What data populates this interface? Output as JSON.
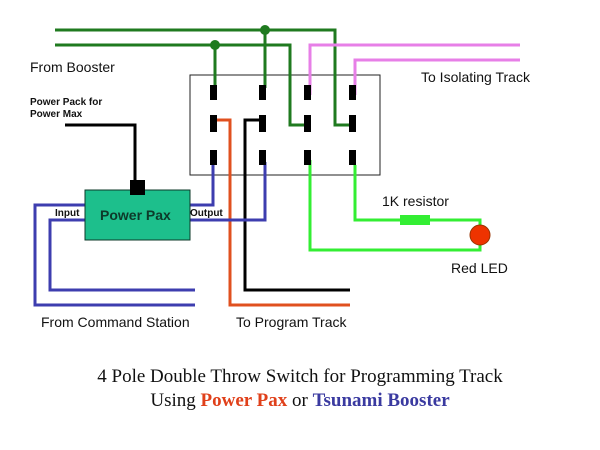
{
  "labels": {
    "from_booster": "From Booster",
    "power_pack": "Power Pack for",
    "power_max": "Power Max",
    "to_isolating": "To Isolating Track",
    "power_pax_box": "Power Pax",
    "input": "Input",
    "output": "Output",
    "resistor": "1K resistor",
    "led": "Red LED",
    "from_command": "From Command Station",
    "to_program": "To Program Track"
  },
  "caption": {
    "line1": "4 Pole Double Throw Switch for Programming Track",
    "line2_prefix": "Using ",
    "line2_red": "Power Pax",
    "line2_mid": " or ",
    "line2_blue": "Tsunami Booster"
  },
  "colors": {
    "booster_wire": "#1f7a1f",
    "isolating_wire": "#e77fe7",
    "command_wire": "#3d3daf",
    "program_wire_red": "#e0501f",
    "program_wire_black": "#000000",
    "led_wire": "#33ee33",
    "power_pax_fill": "#1dbf8c",
    "led_fill": "#ee3300"
  }
}
